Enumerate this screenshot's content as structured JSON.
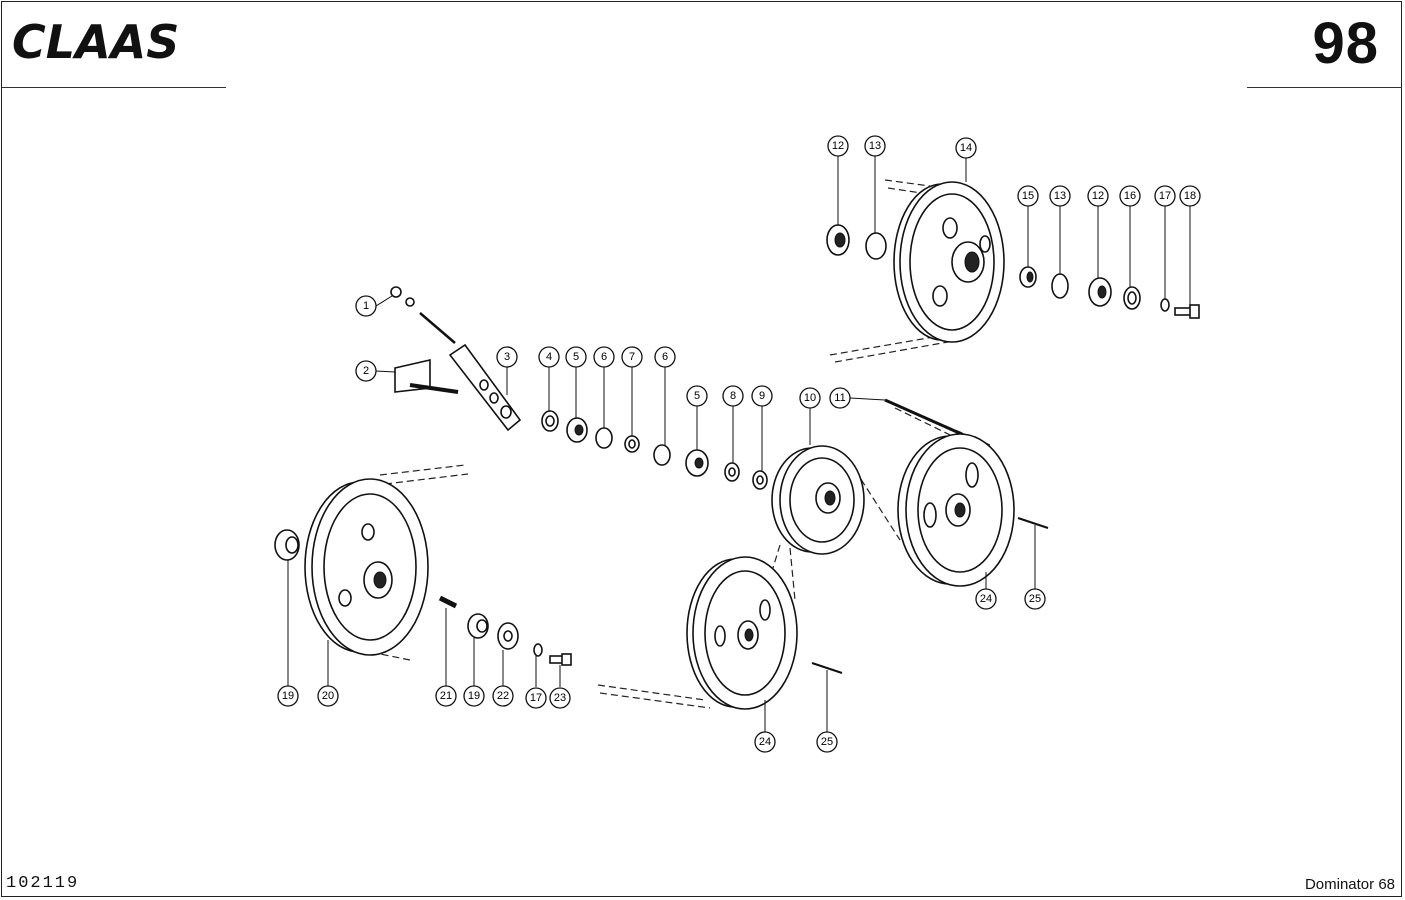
{
  "header": {
    "brand": "CLAAS",
    "page_number": "98"
  },
  "footer": {
    "document_id": "102119",
    "model": "Dominator 68"
  },
  "callouts": [
    "1",
    "2",
    "3",
    "4",
    "5",
    "6",
    "7",
    "6",
    "5",
    "8",
    "9",
    "10",
    "11",
    "12",
    "13",
    "14",
    "15",
    "13",
    "12",
    "16",
    "17",
    "18",
    "19",
    "20",
    "21",
    "19",
    "22",
    "17",
    "23",
    "24",
    "25",
    "24",
    "25"
  ]
}
